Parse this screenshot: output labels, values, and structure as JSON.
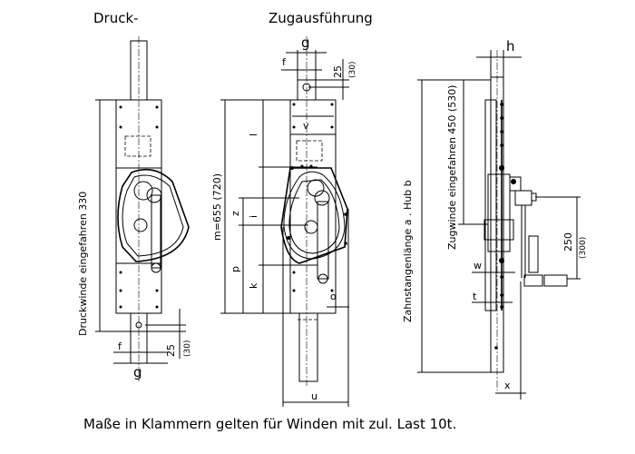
{
  "titles": {
    "left": "Druck-",
    "center": "Zugausführung"
  },
  "left_view": {
    "retracted_label": "Druckwinde eingefahren 330",
    "dim_f": "f",
    "dim_g": "g",
    "dim_25": "25",
    "dim_30": "(30)"
  },
  "center_view": {
    "dim_g": "g",
    "dim_f": "f",
    "dim_25": "25",
    "dim_30": "(30)",
    "dim_m": "m=655 (720)",
    "dim_l": "l",
    "dim_v": "v",
    "dim_z": "z",
    "dim_i": "i",
    "dim_p": "p",
    "dim_k": "k",
    "dim_o": "o",
    "dim_u": "u"
  },
  "right_view": {
    "dim_h": "h",
    "rack_label": "Zahnstangenlänge a . Hub b",
    "retracted_label": "Zugwinde eingefahren 450 (530)",
    "dim_250": "250",
    "dim_300": "(300)",
    "dim_w": "w",
    "dim_t": "t",
    "dim_x": "x"
  },
  "footnote": "Maße in Klammern gelten für Winden mit zul. Last 10t."
}
